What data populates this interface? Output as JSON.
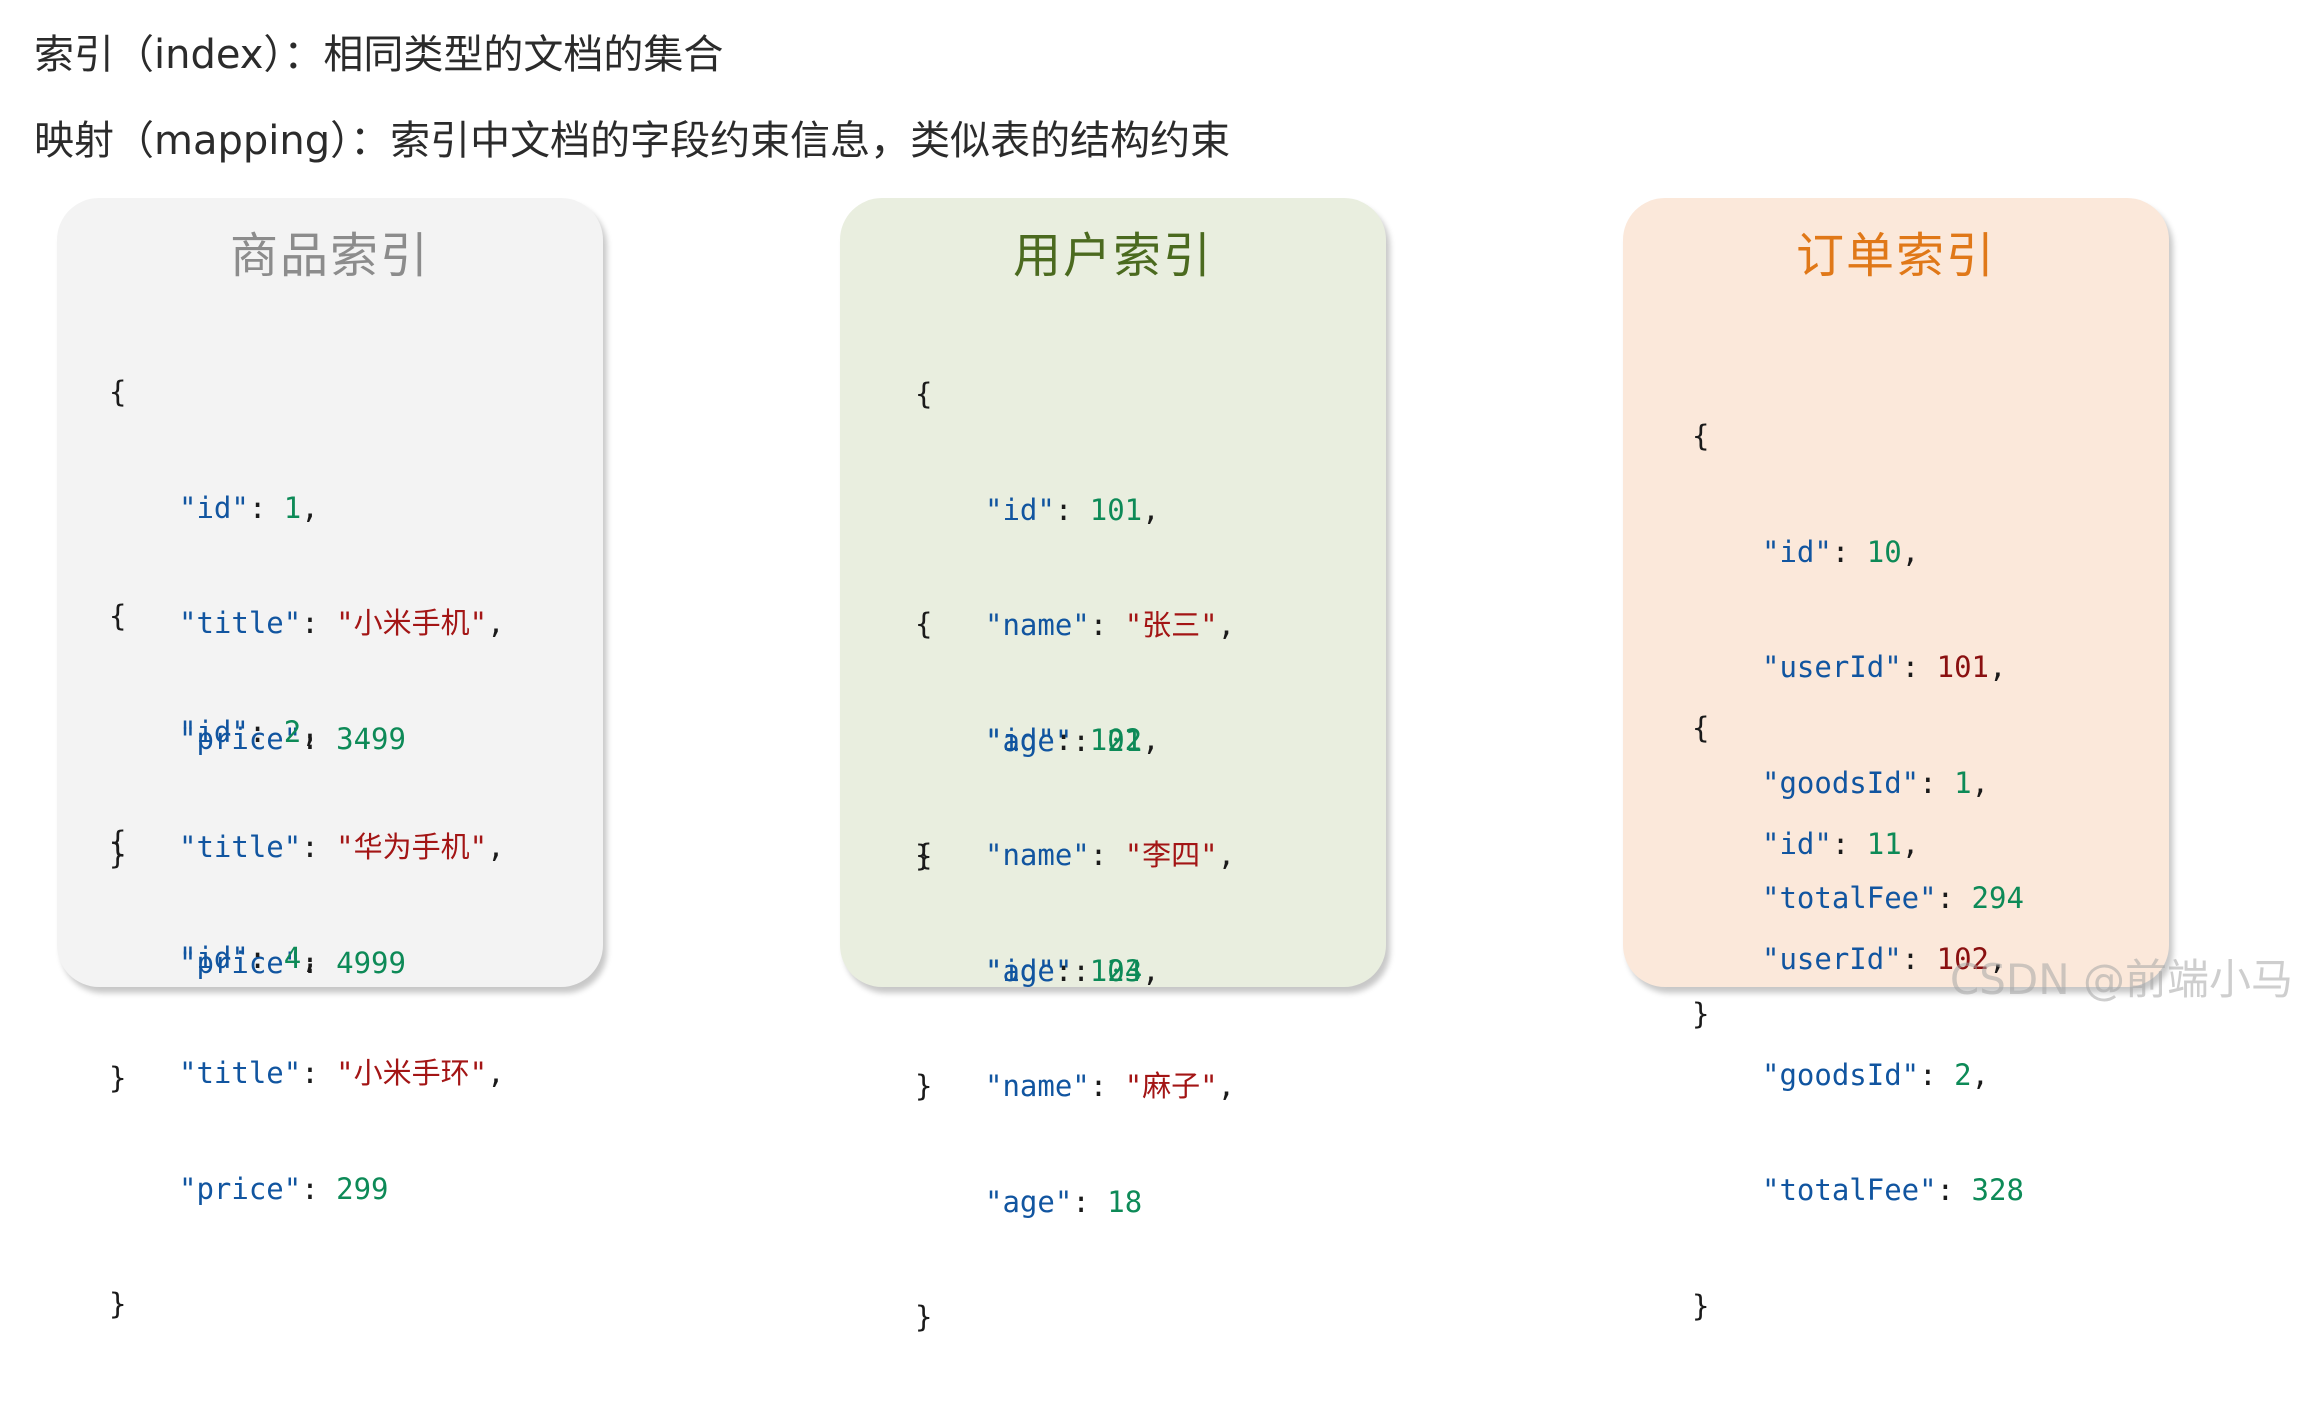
{
  "headings": {
    "index_def": "索引（index）：相同类型的文档的集合",
    "mapping_def": "映射（mapping）：索引中文档的字段约束信息，类似表的结构约束"
  },
  "colors": {
    "goods_bg": "#f3f3f3",
    "user_bg": "#e9eedf",
    "order_bg": "#fbe8da",
    "key": "#1155a0",
    "number": "#0d8a57",
    "string": "#a31515"
  },
  "cards": {
    "goods": {
      "title": "商品索引",
      "docs": [
        {
          "id_key": "\"id\"",
          "id": "1",
          "title_key": "\"title\"",
          "title": "\"小米手机\"",
          "price_key": "\"price\"",
          "price": "3499"
        },
        {
          "id_key": "\"id\"",
          "id": "2",
          "title_key": "\"title\"",
          "title": "\"华为手机\"",
          "price_key": "\"price\"",
          "price": "4999"
        },
        {
          "id_key": "\"id\"",
          "id": "4",
          "title_key": "\"title\"",
          "title": "\"小米手环\"",
          "price_key": "\"price\"",
          "price": "299"
        }
      ]
    },
    "user": {
      "title": "用户索引",
      "docs": [
        {
          "id_key": "\"id\"",
          "id": "101",
          "name_key": "\"name\"",
          "name": "\"张三\"",
          "age_key": "\"age\"",
          "age": "21"
        },
        {
          "id_key": "\"id\"",
          "id": "102",
          "name_key": "\"name\"",
          "name": "\"李四\"",
          "age_key": "\"age\"",
          "age": "24"
        },
        {
          "id_key": "\"id\"",
          "id": "103",
          "name_key": "\"name\"",
          "name": "\"麻子\"",
          "age_key": "\"age\"",
          "age": "18"
        }
      ]
    },
    "order": {
      "title": "订单索引",
      "docs": [
        {
          "id_key": "\"id\"",
          "id": "10",
          "userId_key": "\"userId\"",
          "userId": "101",
          "goodsId_key": "\"goodsId\"",
          "goodsId": "1",
          "totalFee_key": "\"totalFee\"",
          "totalFee": "294"
        },
        {
          "id_key": "\"id\"",
          "id": "11",
          "userId_key": "\"userId\"",
          "userId": "102",
          "goodsId_key": "\"goodsId\"",
          "goodsId": "2",
          "totalFee_key": "\"totalFee\"",
          "totalFee": "328"
        }
      ]
    }
  },
  "punct": {
    "open": "{",
    "close": "}",
    "colon": ": ",
    "comma": ","
  },
  "watermark": "CSDN @前端小马"
}
